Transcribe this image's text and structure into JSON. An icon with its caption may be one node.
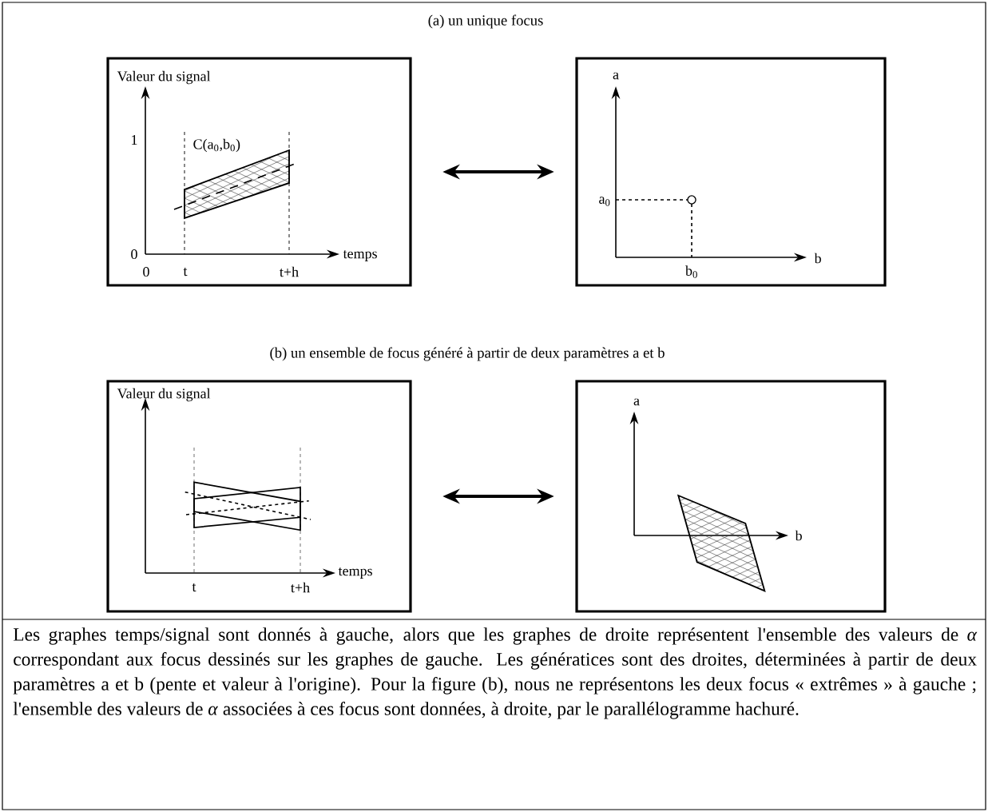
{
  "diagram": {
    "caption": "Les graphes temps/signal sont donnés à gauche, alors que les graphes de droite représentent l'ensemble des valeurs de *α* correspondant aux focus dessinés sur les graphes de gauche. Les génératices sont des droites, déterminées à partir de deux paramètres a et b (pente et valeur à l'origine). Pour la figure (b), nous ne représentons les deux focus « extrêmes » à gauche ; l'ensemble des valeurs de *α* associées à ces focus sont données, à droite, par le parallélogramme hachuré.",
    "nodes": [
      {
        "text": [
          "Valeur du signal",
          "1",
          "C(a$_{0}$,b$_{0}$)",
          "0",
          "0",
          "t",
          "t+h",
          "temps"
        ]
      },
      {
        "text": [
          "a",
          "a$_{0}$",
          "b$_{0}$",
          "b"
        ]
      },
      {
        "text": [
          "Valeur du signal",
          "t",
          "t+h",
          "temps"
        ]
      },
      {
        "text": [
          "a",
          "b"
        ]
      }
    ],
    "edges": [
      {
        "from": 0,
        "to": 1,
        "arrow": "both"
      },
      {
        "from": 2,
        "to": 3,
        "arrow": "both"
      }
    ],
    "labels": [
      "(a) un unique focus",
      "(b) un ensemble de focus généré à partir de deux paramètres a et b"
    ]
  }
}
